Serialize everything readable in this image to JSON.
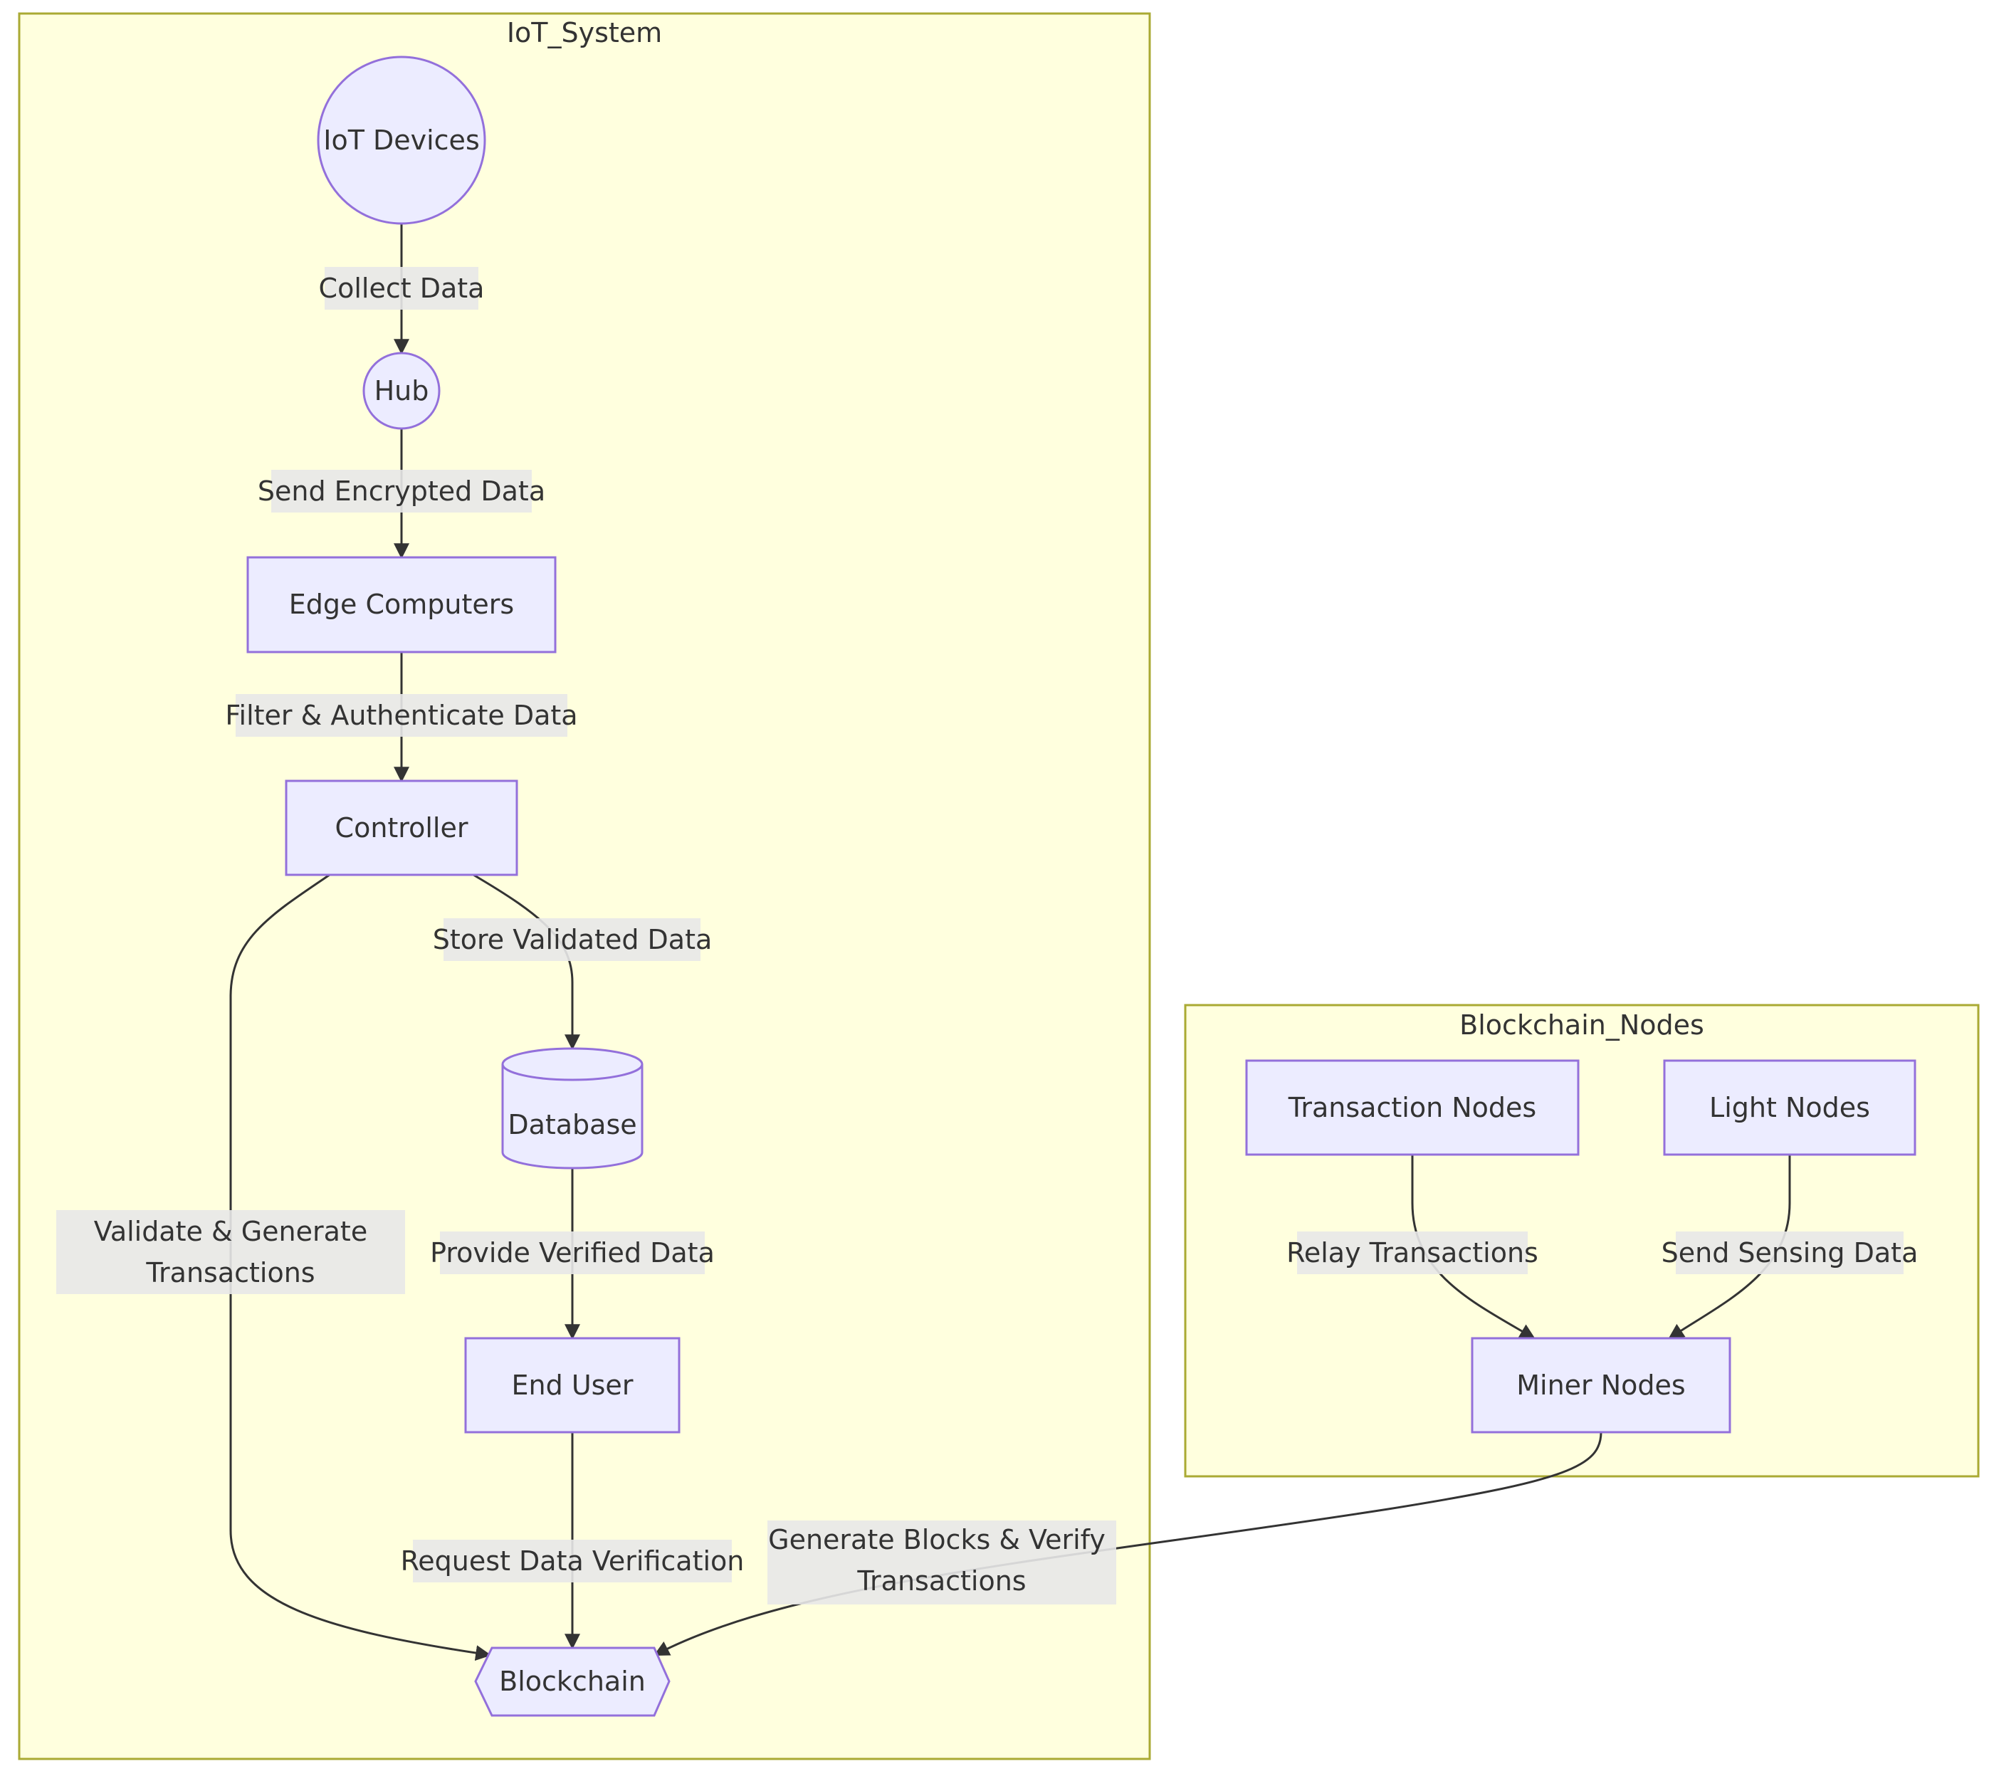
{
  "clusters": {
    "iot_system": {
      "title": "IoT_System"
    },
    "blockchain_nodes": {
      "title": "Blockchain_Nodes"
    }
  },
  "nodes": {
    "iot_devices": "IoT Devices",
    "hub": "Hub",
    "edge_computers": "Edge Computers",
    "controller": "Controller",
    "database": "Database",
    "end_user": "End User",
    "blockchain": "Blockchain",
    "transaction_nodes": "Transaction Nodes",
    "light_nodes": "Light Nodes",
    "miner_nodes": "Miner Nodes"
  },
  "edges": {
    "collect_data": "Collect Data",
    "send_encrypted_data": "Send Encrypted Data",
    "filter_authenticate": "Filter & Authenticate Data",
    "store_validated": "Store Validated Data",
    "validate_generate_line1": "Validate & Generate",
    "validate_generate_line2": "Transactions",
    "provide_verified": "Provide Verified Data",
    "request_verification": "Request Data Verification",
    "relay_transactions": "Relay Transactions",
    "send_sensing": "Send Sensing Data",
    "generate_blocks_line1": "Generate Blocks & Verify",
    "generate_blocks_line2": "Transactions"
  },
  "colors": {
    "cluster_fill": "#ffffde",
    "cluster_stroke": "#aaaa33",
    "node_fill": "#ececff",
    "node_stroke": "#9370db",
    "edge_stroke": "#333333",
    "label_bg": "#e8e8e8"
  }
}
